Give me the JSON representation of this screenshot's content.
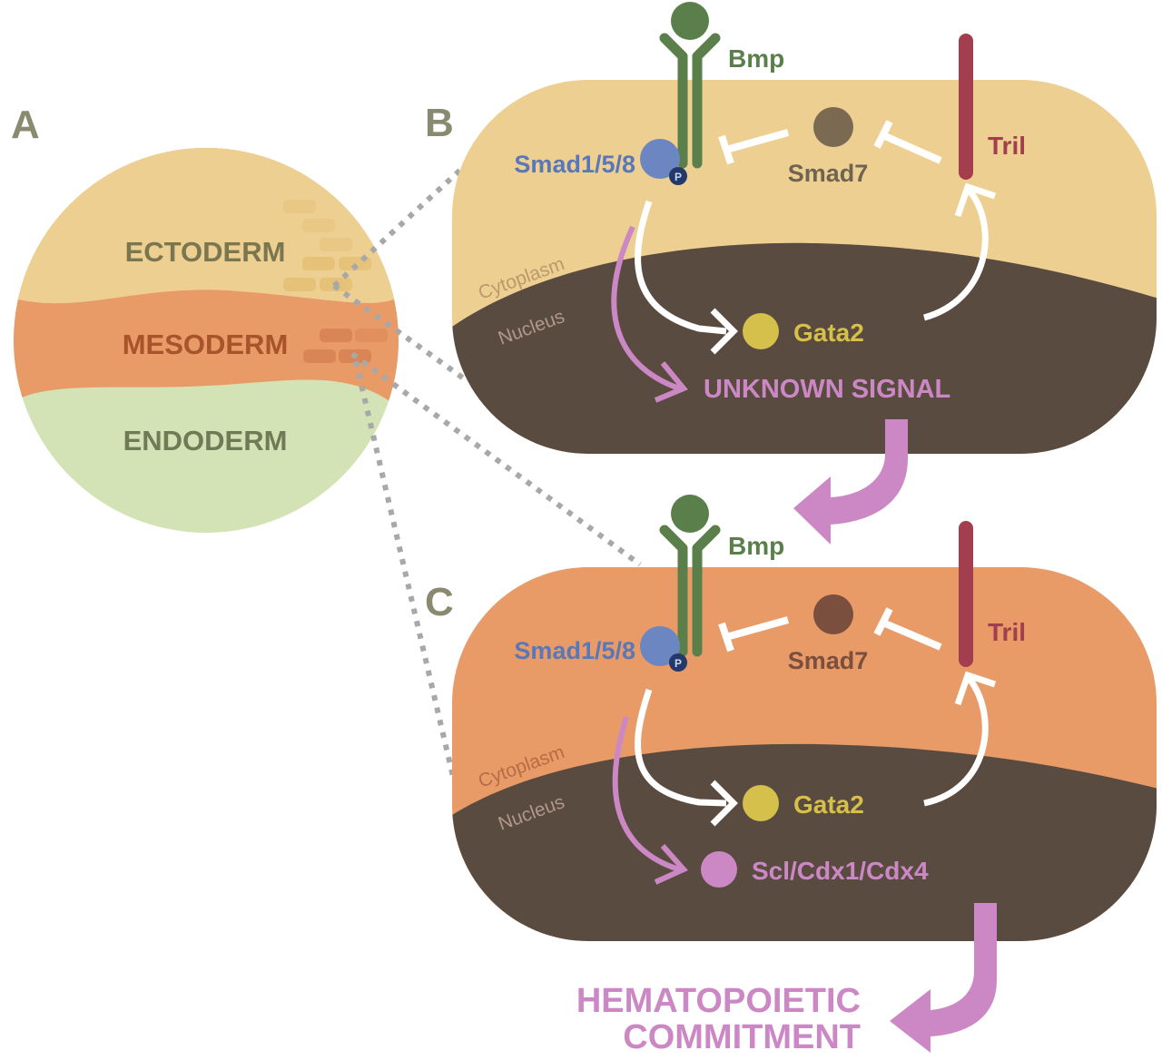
{
  "panels": {
    "a": {
      "letter": "A",
      "layers": [
        {
          "label": "ECTODERM",
          "color": "#eecf92",
          "text_color": "#7a7650"
        },
        {
          "label": "MESODERM",
          "color": "#e89a67",
          "text_color": "#a8532c"
        },
        {
          "label": "ENDODERM",
          "color": "#d3e3b6",
          "text_color": "#6f7b57"
        }
      ]
    },
    "b": {
      "letter": "B",
      "cytoplasm_color": "#eecf92",
      "nucleus_color": "#5a4b41",
      "ligand": "Bmp",
      "smad158": "Smad1/5/8",
      "phospho": "P",
      "smad7": "Smad7",
      "tril": "Tril",
      "cytoplasm_label": "Cytoplasm",
      "nucleus_label": "Nucleus",
      "gata2": "Gata2",
      "output": "UNKNOWN SIGNAL"
    },
    "c": {
      "letter": "C",
      "cytoplasm_color": "#e89a67",
      "nucleus_color": "#5a4b41",
      "ligand": "Bmp",
      "smad158": "Smad1/5/8",
      "phospho": "P",
      "smad7": "Smad7",
      "tril": "Tril",
      "cytoplasm_label": "Cytoplasm",
      "nucleus_label": "Nucleus",
      "gata2": "Gata2",
      "output": "Scl/Cdx1/Cdx4"
    }
  },
  "outcome": {
    "line1": "HEMATOPOIETIC",
    "line2": "COMMITMENT"
  },
  "colors": {
    "bmp_green": "#5b7f4a",
    "smad_blue": "#6b86c0",
    "phospho_navy": "#23386b",
    "smad7_b": "#7a6a52",
    "smad7_c": "#7a4f3e",
    "tril_red": "#a33e4e",
    "gata2_yellow": "#d4c04a",
    "signal_pink": "#cc88c4",
    "letter_gray": "#8a8a70",
    "dotted_gray": "#a8a8a8"
  }
}
